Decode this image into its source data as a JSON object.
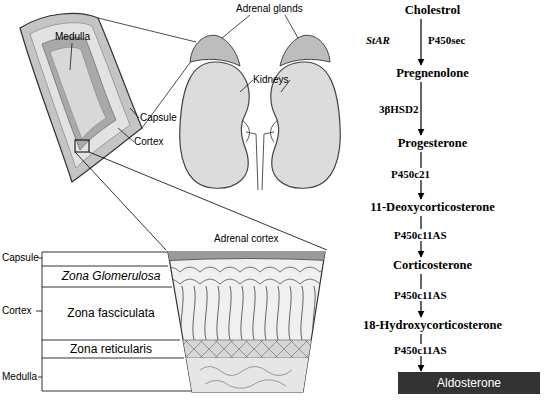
{
  "diagram": {
    "nodes": [
      {
        "text": [
          "Zona Glomerulosa"
        ]
      },
      {
        "text": [
          "Zona fasciculata"
        ]
      },
      {
        "text": [
          "Zona reticularis"
        ]
      },
      {
        "text": [
          "Cholestrol"
        ]
      },
      {
        "text": [
          "Pregnenolone"
        ]
      },
      {
        "text": [
          "Progesterone"
        ]
      },
      {
        "text": [
          "11-Deoxycorticosterone"
        ]
      },
      {
        "text": [
          "Corticosterone"
        ]
      },
      {
        "text": [
          "18-Hydroxycorticosterone"
        ]
      },
      {
        "text": [
          "Aldosterone"
        ]
      }
    ],
    "edges": [
      {
        "from": 3,
        "to": 4,
        "label": "P450sec",
        "arrow": "to"
      },
      {
        "from": 4,
        "to": 5,
        "label": "3βHSD2",
        "arrow": "to"
      },
      {
        "from": 5,
        "to": 6,
        "label": "P450c21",
        "arrow": "to"
      },
      {
        "from": 6,
        "to": 7,
        "label": "P450c11AS",
        "arrow": "to"
      },
      {
        "from": 7,
        "to": 8,
        "label": "P450c11AS",
        "arrow": "to"
      },
      {
        "from": 8,
        "to": 9,
        "label": "P450c11AS",
        "arrow": "to"
      }
    ],
    "labels": [
      "Adrenal glands",
      "Medulla",
      "Kidneys",
      "Capsule",
      "Cortex",
      "Adrenal cortex",
      "Capsule",
      "Cortex",
      "Medulla",
      "StAR"
    ]
  }
}
